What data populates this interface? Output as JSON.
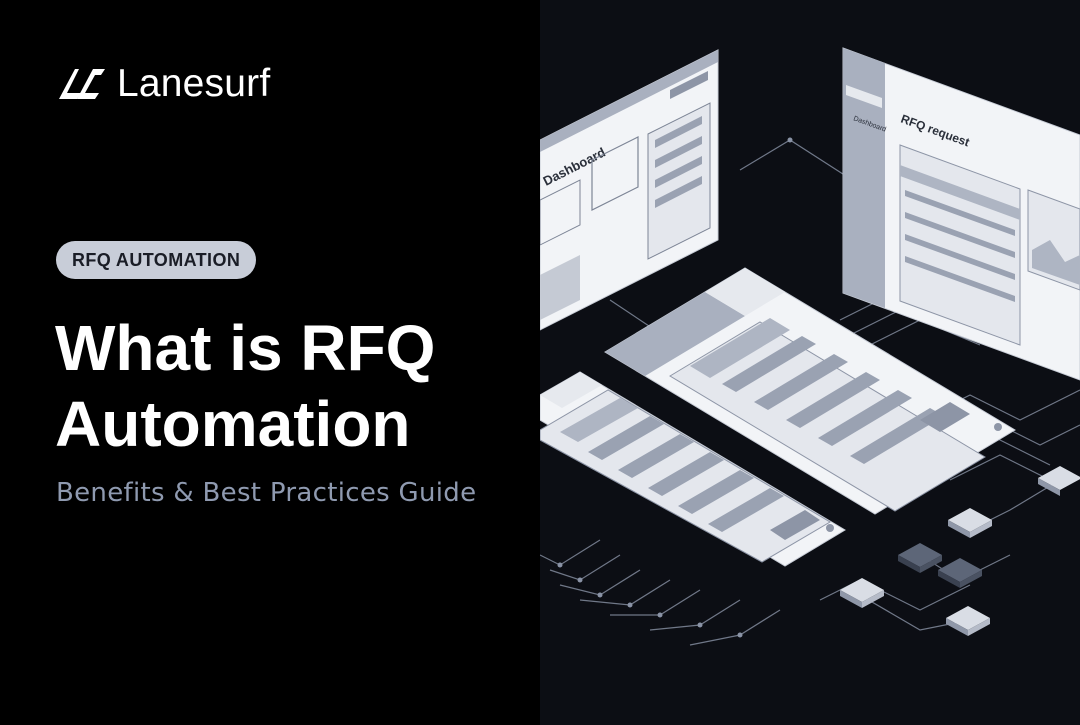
{
  "brand": {
    "name": "Lanesurf",
    "logo_icon": "lanesurf-logo-icon"
  },
  "tag": {
    "label": "RFQ AUTOMATION"
  },
  "hero": {
    "title": "What is RFQ Automation",
    "subtitle": "Benefits & Best Practices Guide"
  },
  "illustration": {
    "panel_dashboard_label": "Dashboard",
    "panel_rfq_label": "RFQ request",
    "nav_item_label": "Dashboard"
  },
  "colors": {
    "background": "#000000",
    "tag_background": "#c8cdd8",
    "subtitle": "#8f9ab0",
    "panel_fill": "#f2f4f7",
    "panel_header": "#a9b0bf",
    "circuit_line": "#8a93a6"
  }
}
